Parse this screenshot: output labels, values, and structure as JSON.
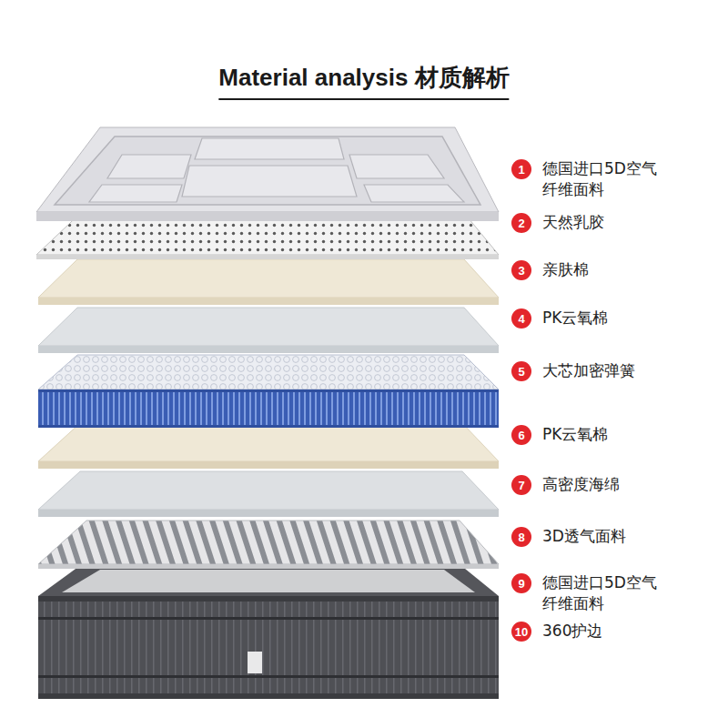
{
  "diagram": {
    "title": "Material analysis 材质解析",
    "nodes": [
      {
        "text": [
          "1",
          "德国进口5D空气 纤维面料"
        ]
      },
      {
        "text": [
          "2",
          "天然乳胶"
        ]
      },
      {
        "text": [
          "3",
          "亲肤棉"
        ]
      },
      {
        "text": [
          "4",
          "PK云氧棉"
        ]
      },
      {
        "text": [
          "5",
          "大芯加密弹簧"
        ]
      },
      {
        "text": [
          "6",
          "PK云氧棉"
        ]
      },
      {
        "text": [
          "7",
          "高密度海绵"
        ]
      },
      {
        "text": [
          "8",
          "3D透气面料"
        ]
      },
      {
        "text": [
          "9",
          "德国进口5D空气 纤维面料"
        ]
      },
      {
        "text": [
          "10",
          "360护边"
        ]
      }
    ]
  }
}
